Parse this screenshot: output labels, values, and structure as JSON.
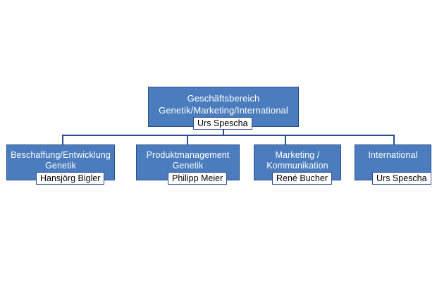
{
  "chart_data": {
    "type": "diagram",
    "diagram_kind": "organization-chart",
    "title": "Geschäftsbereich Genetik/Marketing/International",
    "colors": {
      "box_fill": "#4A7CBE",
      "box_border": "#2C4E8C",
      "box_text": "#FFFFFF",
      "name_plate_fill": "#FFFFFF",
      "name_plate_text": "#000000",
      "connector": "#2C4E8C",
      "background": "#FFFFFF"
    },
    "nodes": [
      {
        "id": "root",
        "level": 0,
        "unit": "Geschäftsbereich\nGenetik/Marketing/International",
        "person": "Urs Spescha"
      },
      {
        "id": "child-0",
        "level": 1,
        "unit": "Beschaffung/Entwicklung\nGenetik",
        "person": "Hansjörg Bigler"
      },
      {
        "id": "child-1",
        "level": 1,
        "unit": "Produktmanagement\nGenetik",
        "person": "Philipp Meier"
      },
      {
        "id": "child-2",
        "level": 1,
        "unit": "Marketing /\nKommunikation",
        "person": "René Bucher"
      },
      {
        "id": "child-3",
        "level": 1,
        "unit": "International",
        "person": "Urs Spescha"
      }
    ],
    "edges": [
      {
        "from": "root",
        "to": "child-0"
      },
      {
        "from": "root",
        "to": "child-1"
      },
      {
        "from": "root",
        "to": "child-2"
      },
      {
        "from": "root",
        "to": "child-3"
      }
    ]
  },
  "chart": {
    "root": {
      "unit": "Geschäftsbereich\nGenetik/Marketing/International",
      "person": "Urs Spescha"
    },
    "children": [
      {
        "unit": "Beschaffung/Entwicklung\nGenetik",
        "person": "Hansjörg Bigler"
      },
      {
        "unit": "Produktmanagement\nGenetik",
        "person": "Philipp Meier"
      },
      {
        "unit": "Marketing /\nKommunikation",
        "person": "René Bucher"
      },
      {
        "unit": "International",
        "person": "Urs Spescha"
      }
    ]
  }
}
